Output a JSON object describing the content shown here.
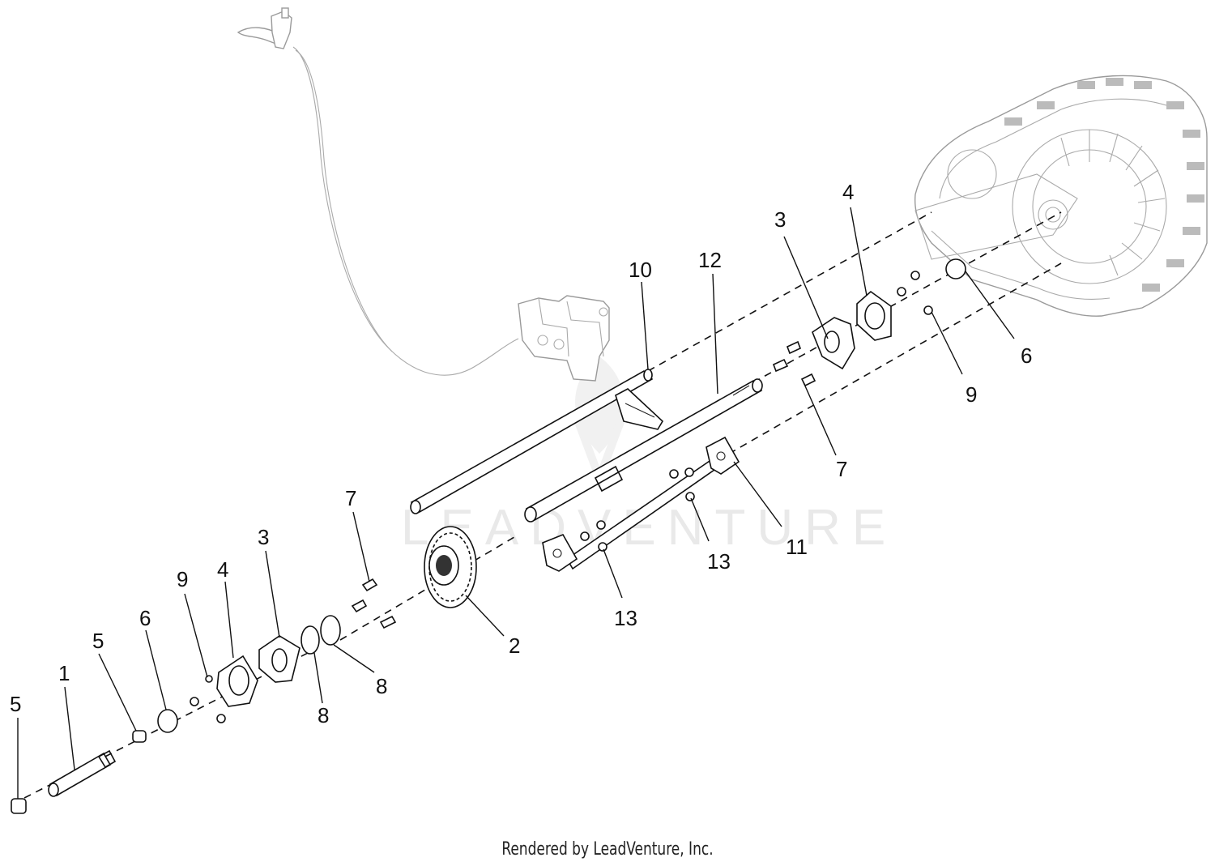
{
  "watermark": "LEADVENTURE",
  "footer": "Rendered by LeadVenture, Inc.",
  "callouts": [
    {
      "id": "c-10",
      "text": "10"
    },
    {
      "id": "c-12",
      "text": "12"
    },
    {
      "id": "c-3a",
      "text": "3"
    },
    {
      "id": "c-4a",
      "text": "4"
    },
    {
      "id": "c-6a",
      "text": "6"
    },
    {
      "id": "c-9a",
      "text": "9"
    },
    {
      "id": "c-7a",
      "text": "7"
    },
    {
      "id": "c-11",
      "text": "11"
    },
    {
      "id": "c-13a",
      "text": "13"
    },
    {
      "id": "c-13b",
      "text": "13"
    },
    {
      "id": "c-7b",
      "text": "7"
    },
    {
      "id": "c-2",
      "text": "2"
    },
    {
      "id": "c-3b",
      "text": "3"
    },
    {
      "id": "c-9b",
      "text": "9"
    },
    {
      "id": "c-4b",
      "text": "4"
    },
    {
      "id": "c-6b",
      "text": "6"
    },
    {
      "id": "c-5a",
      "text": "5"
    },
    {
      "id": "c-1",
      "text": "1"
    },
    {
      "id": "c-5b",
      "text": "5"
    },
    {
      "id": "c-8a",
      "text": "8"
    },
    {
      "id": "c-8b",
      "text": "8"
    }
  ]
}
